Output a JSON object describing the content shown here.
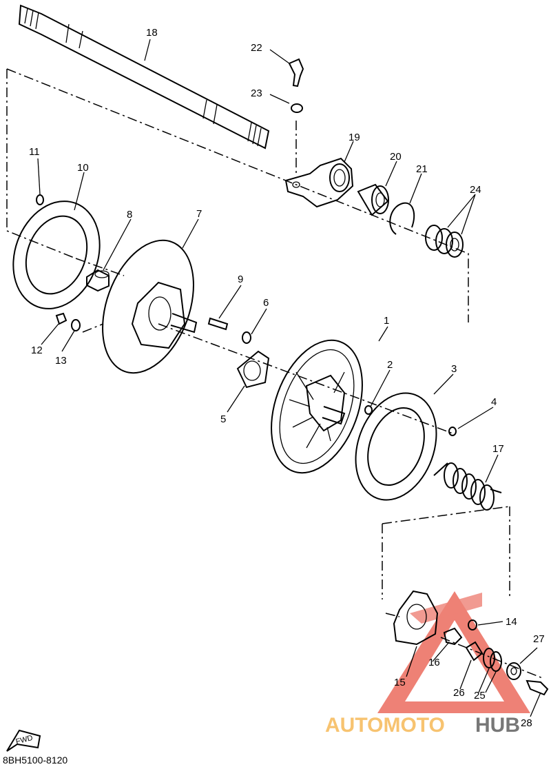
{
  "diagram": {
    "part_labels": [
      {
        "id": "1",
        "text": "1"
      },
      {
        "id": "2",
        "text": "2"
      },
      {
        "id": "3",
        "text": "3"
      },
      {
        "id": "4",
        "text": "4"
      },
      {
        "id": "5",
        "text": "5"
      },
      {
        "id": "6",
        "text": "6"
      },
      {
        "id": "7",
        "text": "7"
      },
      {
        "id": "8",
        "text": "8"
      },
      {
        "id": "9",
        "text": "9"
      },
      {
        "id": "10",
        "text": "10"
      },
      {
        "id": "11",
        "text": "11"
      },
      {
        "id": "12",
        "text": "12"
      },
      {
        "id": "13",
        "text": "13"
      },
      {
        "id": "14",
        "text": "14"
      },
      {
        "id": "15",
        "text": "15"
      },
      {
        "id": "16",
        "text": "16"
      },
      {
        "id": "17",
        "text": "17"
      },
      {
        "id": "18",
        "text": "18"
      },
      {
        "id": "19",
        "text": "19"
      },
      {
        "id": "20",
        "text": "20"
      },
      {
        "id": "21",
        "text": "21"
      },
      {
        "id": "22",
        "text": "22"
      },
      {
        "id": "23",
        "text": "23"
      },
      {
        "id": "24",
        "text": "24"
      },
      {
        "id": "25",
        "text": "25"
      },
      {
        "id": "26",
        "text": "26"
      },
      {
        "id": "27",
        "text": "27"
      },
      {
        "id": "28",
        "text": "28"
      }
    ],
    "fwd_label": "FWD",
    "code": "8BH5100-8120"
  },
  "watermark": {
    "text_a": "AUTOMOTO",
    "text_b": "HUB",
    "color_a": "#f5b041",
    "color_b": "#4a4a4a",
    "triangle_color": "#e74c3c"
  }
}
